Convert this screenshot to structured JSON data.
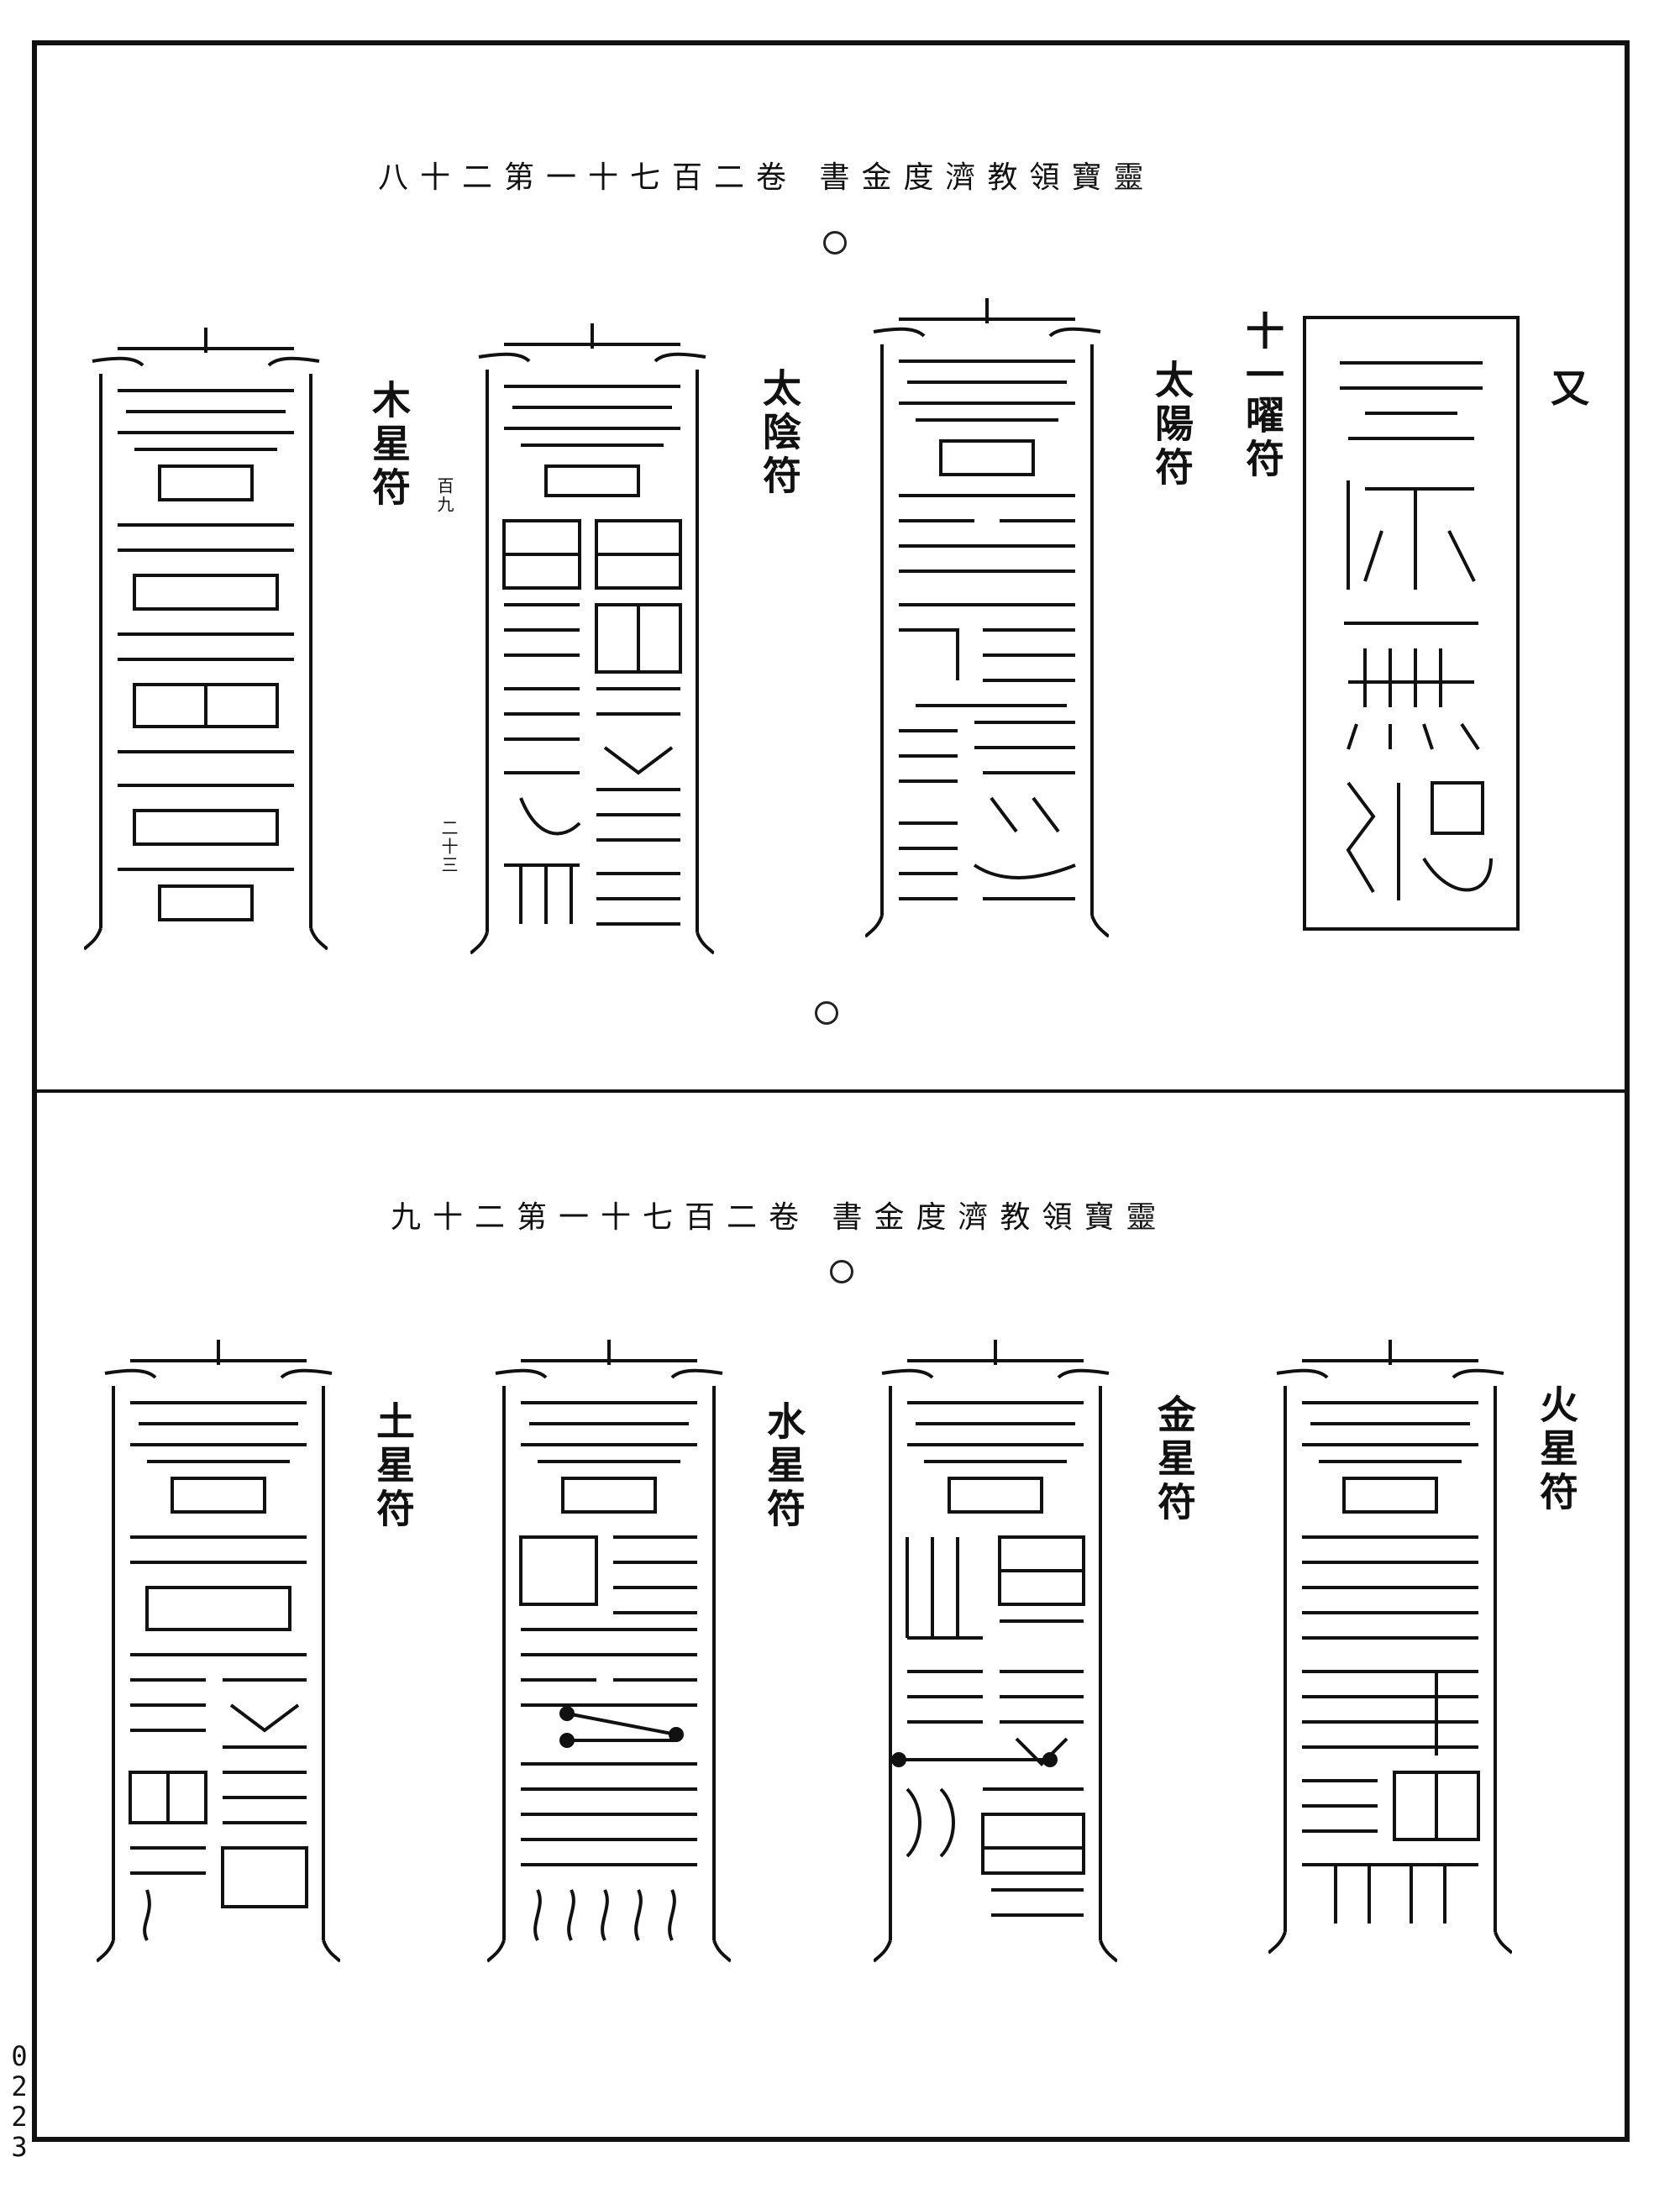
{
  "page": {
    "top": {
      "header": "八十二第一十七百二卷 書金度濟教領寶靈",
      "labels": {
        "you": "又",
        "eleven": "十一",
        "yao_fu": "曜符",
        "taiyang": "太陽符",
        "taiyin": "太陰符",
        "muxing": "木星符"
      },
      "notes": {
        "baijiu": "百九",
        "ershisan": "二十三"
      }
    },
    "bottom": {
      "header": "九十二第一十七百二卷 書金度濟教領寶靈",
      "labels": {
        "huoxing": "火星符",
        "jinxing": "金星符",
        "shuixing": "水星符",
        "tuxing": "土星符"
      }
    },
    "side_number": [
      "0",
      "2",
      "2",
      "3"
    ]
  },
  "colors": {
    "ink": "#111111",
    "paper": "#ffffff"
  }
}
